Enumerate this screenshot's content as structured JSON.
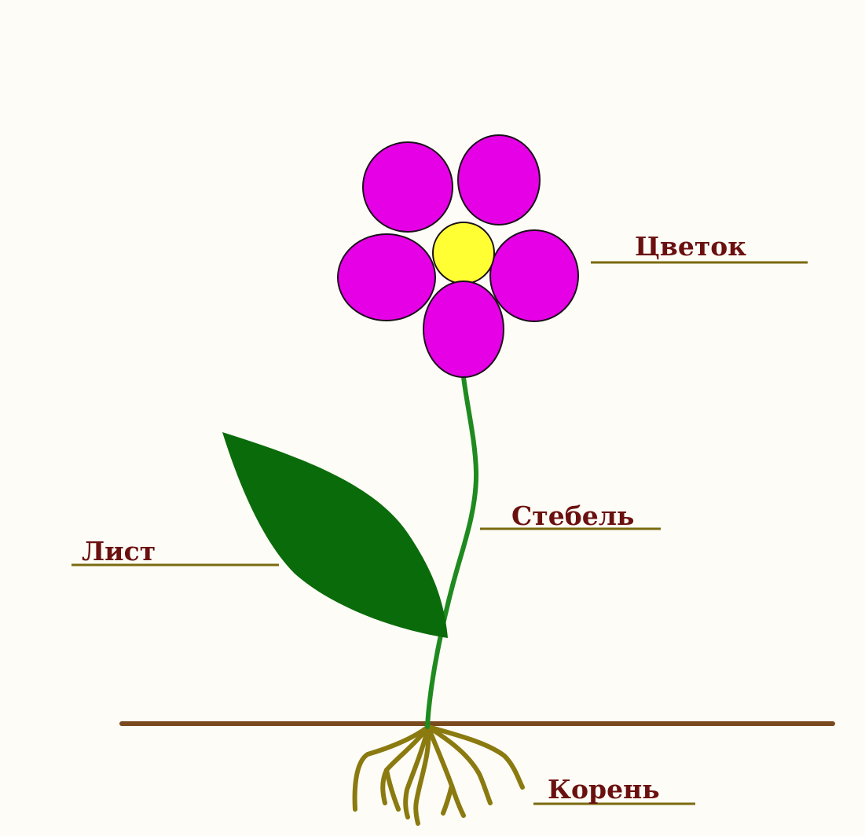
{
  "labels": {
    "flower": "Цветок",
    "stem": "Стебель",
    "leaf": "Лист",
    "root": "Корень"
  },
  "colors": {
    "background": "#fdfcf6",
    "petal": "#e600e6",
    "flower_center": "#ffff33",
    "outline": "#1a0f1a",
    "stem": "#1f8a1f",
    "leaf": "#0a6b0a",
    "ground": "#7a4a1e",
    "roots": "#8a7a10",
    "label_text": "#6b1010",
    "label_underline": "#7a6a10"
  }
}
